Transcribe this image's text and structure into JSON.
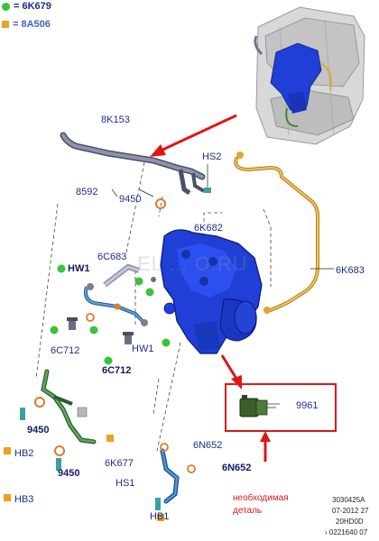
{
  "legend": {
    "green": "= 6K679",
    "orange": "= 8A506"
  },
  "parts": {
    "p8K153": "8K153",
    "pHS2": "HS2",
    "p8592": "8592",
    "p9450_top": "9450",
    "p6K682": "6K682",
    "p6K683": "6K683",
    "p6C683": "6C683",
    "pHW1_left": "HW1",
    "p6C712_left": "6C712",
    "pHW1_mid": "HW1",
    "p6C712_mid": "6C712",
    "p9961": "9961",
    "p9450_mid": "9450",
    "pHB2": "HB2",
    "p9450_low": "9450",
    "pHB3": "HB3",
    "p6N652_a": "6N652",
    "p6K677": "6K677",
    "p6N652_b": "6N652",
    "pHS1": "HS1",
    "pHB1": "HB1"
  },
  "watermark": "EL ... O.RU",
  "callout": {
    "line1": "необходимая",
    "line2": "деталь"
  },
  "meta": {
    "code": "3030425A",
    "date": "07-2012 27",
    "model": "20HD0D",
    "ref": "› 0221640 07"
  },
  "colors": {
    "manifold": "#1f3fd6",
    "pipe_gray": "#6f7690",
    "pipe_gold": "#e0a830",
    "pipe_green": "#3a8a3a",
    "pipe_blue": "#3a7ab8",
    "accent_red": "#e01616",
    "label": "#1a2e8c"
  }
}
